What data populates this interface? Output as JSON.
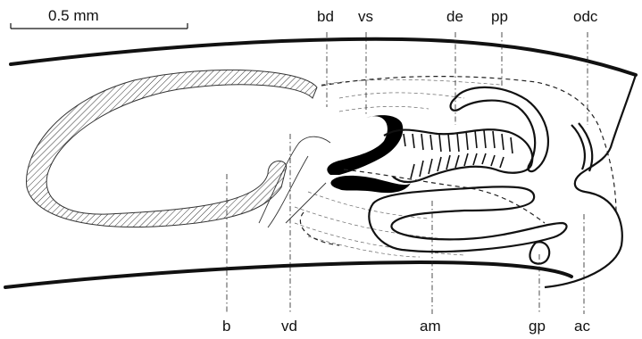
{
  "scale_bar": {
    "label": "0.5 mm"
  },
  "labels": {
    "bd": "bd",
    "vs": "vs",
    "de": "de",
    "pp": "pp",
    "odc": "odc",
    "b": "b",
    "vd": "vd",
    "am": "am",
    "gp": "gp",
    "ac": "ac"
  }
}
